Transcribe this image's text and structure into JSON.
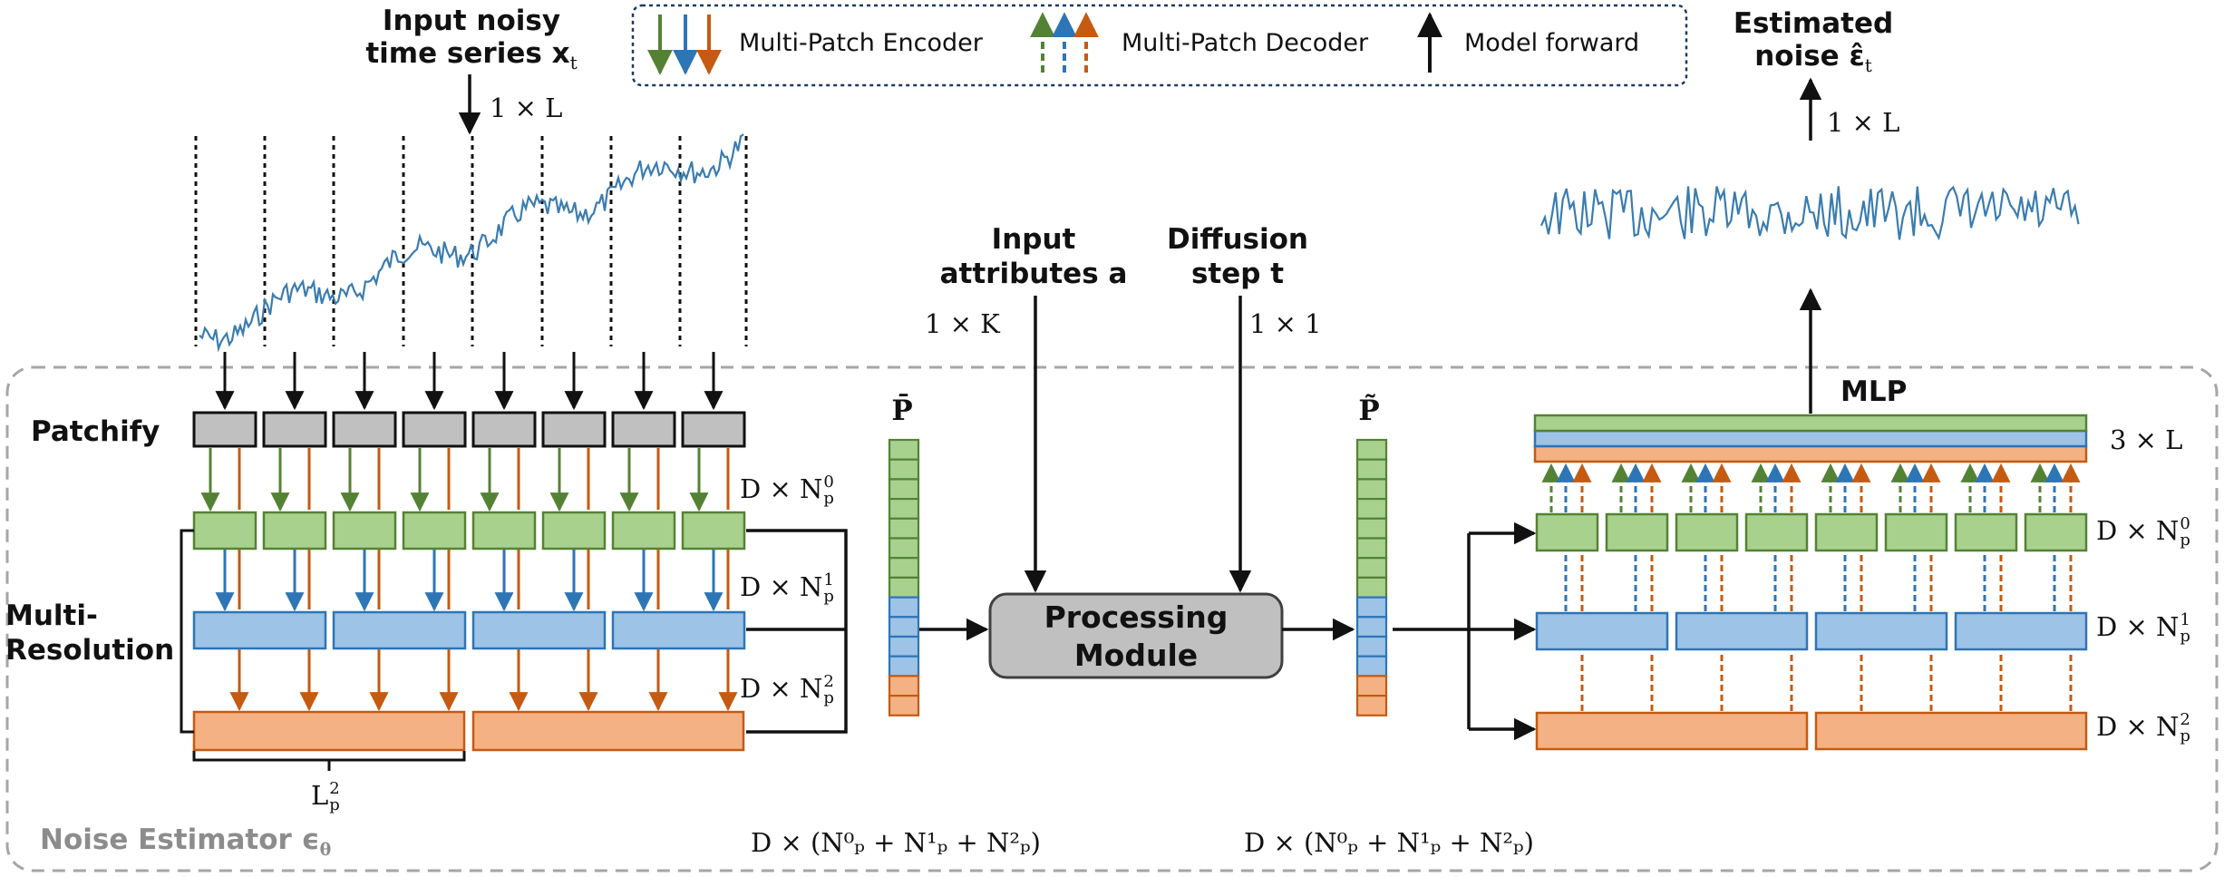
{
  "legend": {
    "encoder_label": "Multi-Patch Encoder",
    "decoder_label": "Multi-Patch Decoder",
    "forward_label": "Model forward"
  },
  "input": {
    "title_line1": "Input noisy",
    "title_line2": "time series x",
    "title_sub": "t",
    "dim": "1 × L"
  },
  "output": {
    "title_line1": "Estimated",
    "title_line2": "noise ε̂",
    "title_sub": "t",
    "dim": "1 × L"
  },
  "encoder": {
    "patchify_label": "Patchify",
    "multi_res_line1": "Multi-",
    "multi_res_line2": "Resolution",
    "patch_len_main": "L",
    "patch_len_sup": "2",
    "patch_len_sub": "p",
    "dims": [
      {
        "main": "D × N",
        "sup": "0",
        "sub": "p"
      },
      {
        "main": "D × N",
        "sup": "1",
        "sub": "p"
      },
      {
        "main": "D × N",
        "sup": "2",
        "sub": "p"
      }
    ]
  },
  "noise_estimator_label": "Noise Estimator ϵ",
  "noise_estimator_sub": "θ",
  "attributes": {
    "line1": "Input",
    "line2": "attributes a",
    "dim": "1 × K"
  },
  "diffusion": {
    "line1": "Diffusion",
    "line2": "step t",
    "dim": "1 × 1"
  },
  "processing": {
    "line1": "Processing",
    "line2": "Module"
  },
  "p_bar": {
    "label": "P̄",
    "dim": "D × (N⁰ₚ + N¹ₚ + N²ₚ)"
  },
  "p_tilde": {
    "label": "P̃",
    "dim": "D × (N⁰ₚ + N¹ₚ + N²ₚ)"
  },
  "decoder": {
    "mlp_label": "MLP",
    "mlp_dim": "3 × L",
    "dims": [
      {
        "main": "D × N",
        "sup": "0",
        "sub": "p"
      },
      {
        "main": "D × N",
        "sup": "1",
        "sub": "p"
      },
      {
        "main": "D × N",
        "sup": "2",
        "sub": "p"
      }
    ]
  },
  "colors": {
    "green_fill": "#a9d18e",
    "green_edge": "#548235",
    "blue_fill": "#9dc3e6",
    "blue_edge": "#2e75b6",
    "orange_fill": "#f4b183",
    "orange_edge": "#c55a11",
    "gray_fill": "#c0c0c0",
    "series": "#3a7cb0",
    "dashed_border": "#a6a6a6"
  }
}
